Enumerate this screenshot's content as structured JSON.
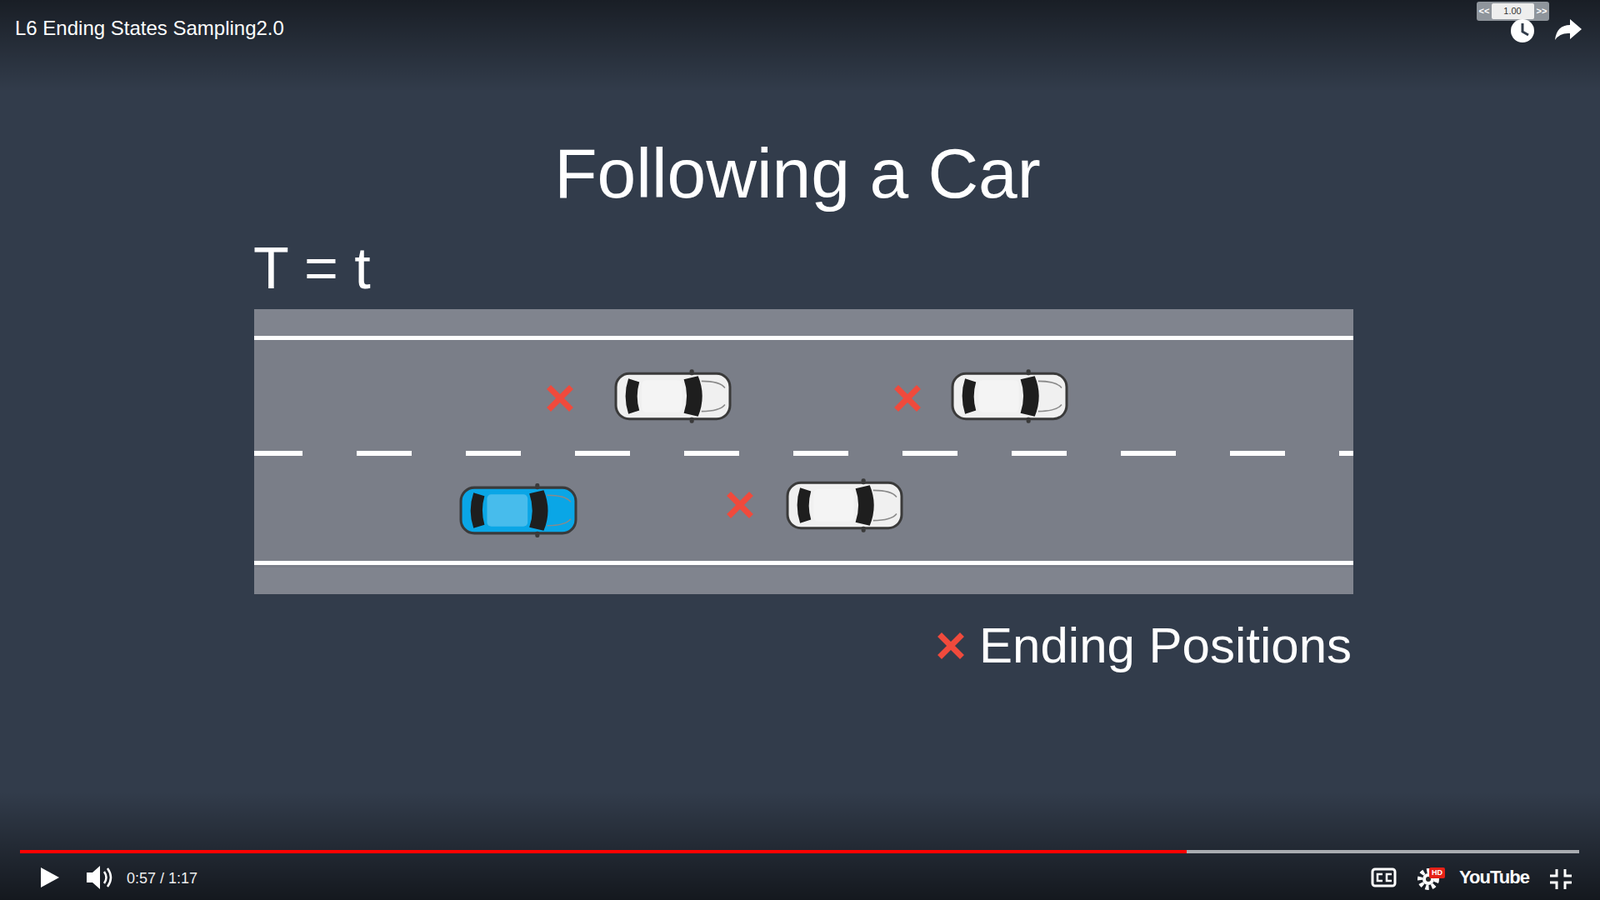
{
  "diagram": {
    "title": "Following a Car",
    "labels": [
      "L6 Ending States Sampling2.0",
      "<<",
      "1.00",
      ">>",
      "T = t",
      "0:57 / 1:17",
      "HD",
      "YouTube"
    ],
    "legend": [
      {
        "text": "Ending Positions"
      }
    ]
  }
}
